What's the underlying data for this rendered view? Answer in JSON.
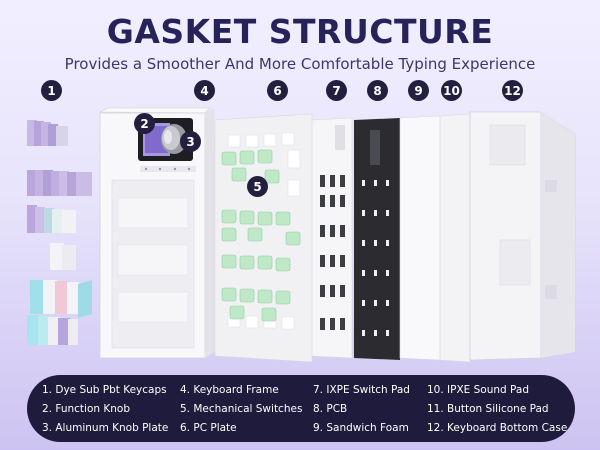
{
  "header": {
    "title": "GASKET STRUCTURE",
    "subtitle": "Provides a Smoother And More Comfortable Typing Experience"
  },
  "callouts": [
    "1",
    "2",
    "3",
    "4",
    "5",
    "6",
    "7",
    "8",
    "9",
    "10",
    "12"
  ],
  "legend": [
    "1. Dye Sub Pbt Keycaps",
    "2. Function Knob",
    "3. Aluminum Knob Plate",
    "4. Keyboard Frame",
    "5. Mechanical Switches",
    "6. PC Plate",
    "7. IXPE Switch Pad",
    "8. PCB",
    "9. Sandwich Foam",
    "10. IPXE Sound Pad",
    "11. Button Silicone Pad",
    "12. Keyboard Bottom Case"
  ],
  "colors": {
    "accent_dark": "#23203f",
    "keycap_purple": "#b8a6dc",
    "keycap_blue": "#9fe0ea",
    "switch_green": "#bfe9c6",
    "pcb_black": "#2c2c30"
  },
  "icons": [
    "knob-icon",
    "screen-icon"
  ]
}
